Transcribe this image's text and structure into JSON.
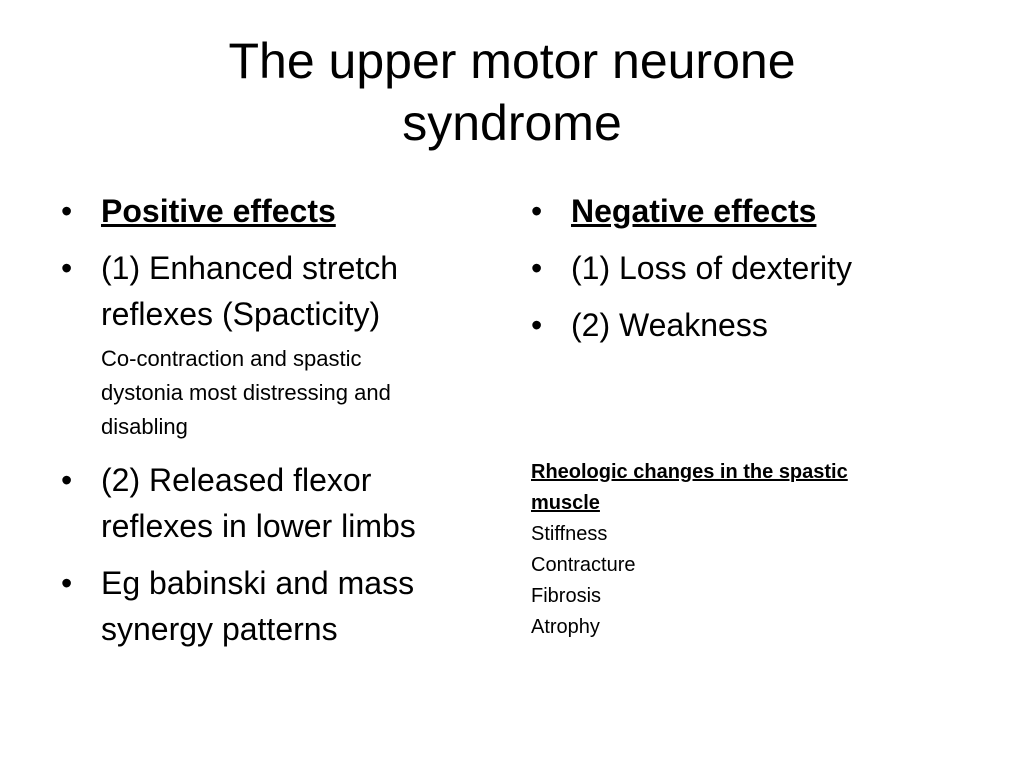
{
  "title": {
    "line1": "The upper motor neurone",
    "line2": "syndrome"
  },
  "left": {
    "heading": "Positive effects",
    "item1": {
      "line1": "(1) Enhanced stretch",
      "line2": "reflexes (Spacticity)"
    },
    "note": {
      "line1": "Co-contraction and spastic",
      "line2": "dystonia most distressing and",
      "line3": "disabling"
    },
    "item2": {
      "line1": "(2) Released flexor",
      "line2": "reflexes in lower limbs"
    },
    "item3": {
      "line1": "Eg babinski and mass",
      "line2": "synergy patterns"
    }
  },
  "right": {
    "heading": "Negative effects",
    "item1": "(1) Loss of dexterity",
    "item2": "(2) Weakness"
  },
  "rheologic": {
    "heading_line1": "Rheologic changes in the spastic",
    "heading_line2": "muscle",
    "items": [
      "Stiffness",
      "Contracture",
      "Fibrosis",
      "Atrophy"
    ]
  },
  "bullet_glyph": "•"
}
